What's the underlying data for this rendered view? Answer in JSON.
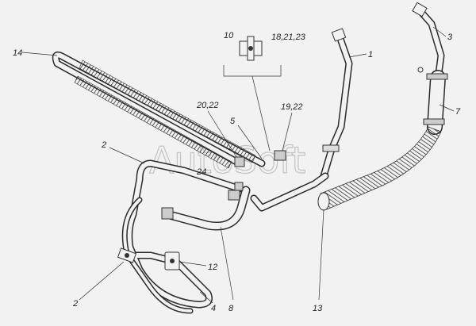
{
  "labels": {
    "l1": "1",
    "l2a": "2",
    "l2b": "2",
    "l3": "3",
    "l4": "4",
    "l5": "5",
    "l7": "7",
    "l8": "8",
    "l10": "10",
    "l12": "12",
    "l13": "13",
    "l14": "14",
    "l1821": "18,21,23",
    "l1922": "19,22",
    "l2022": "20,22",
    "l24": "24"
  },
  "watermark": "AutoSoft",
  "colors": {
    "background": "#f2f2f2",
    "line": "#2a2a2a"
  }
}
